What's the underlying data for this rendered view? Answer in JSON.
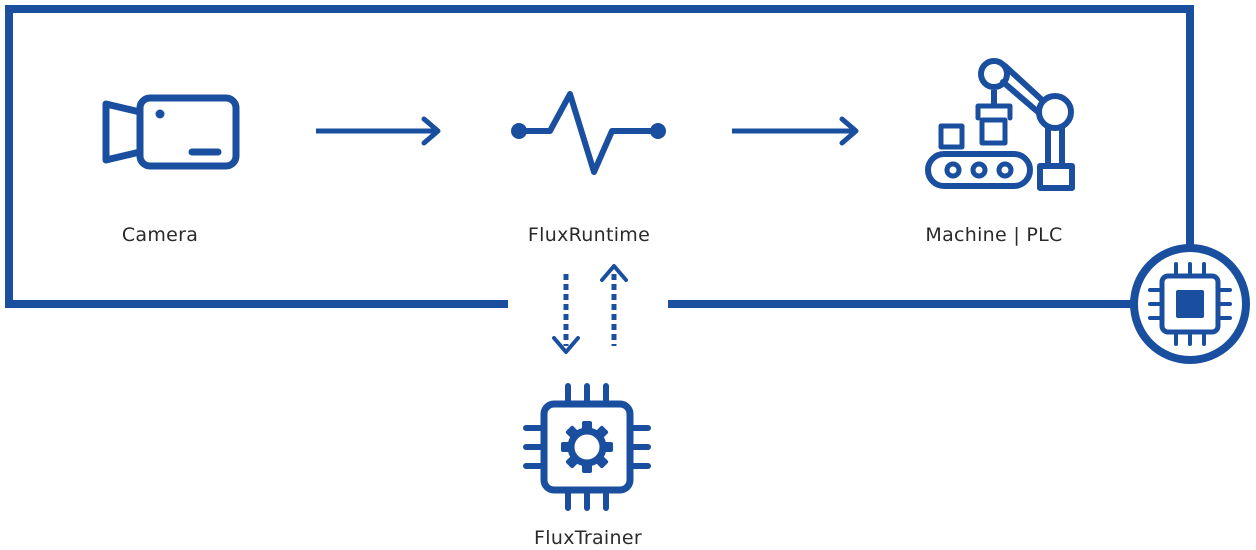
{
  "colors": {
    "primary": "#1a4fa0",
    "text": "#2a2a2a",
    "background": "#ffffff"
  },
  "nodes": {
    "camera": {
      "label": "Camera",
      "icon": "video-camera-icon"
    },
    "runtime": {
      "label": "FluxRuntime",
      "icon": "pulse-waveform-icon"
    },
    "machine": {
      "label": "Machine | PLC",
      "icon": "robot-arm-conveyor-icon"
    },
    "trainer": {
      "label": "FluxTrainer",
      "icon": "chip-gear-icon"
    }
  },
  "edge_device": {
    "icon": "processor-chip-icon"
  },
  "connectors": [
    {
      "from": "camera",
      "to": "runtime",
      "style": "solid"
    },
    {
      "from": "runtime",
      "to": "machine",
      "style": "solid"
    },
    {
      "from": "runtime",
      "to": "trainer",
      "style": "dashed"
    },
    {
      "from": "trainer",
      "to": "runtime",
      "style": "dashed"
    }
  ]
}
